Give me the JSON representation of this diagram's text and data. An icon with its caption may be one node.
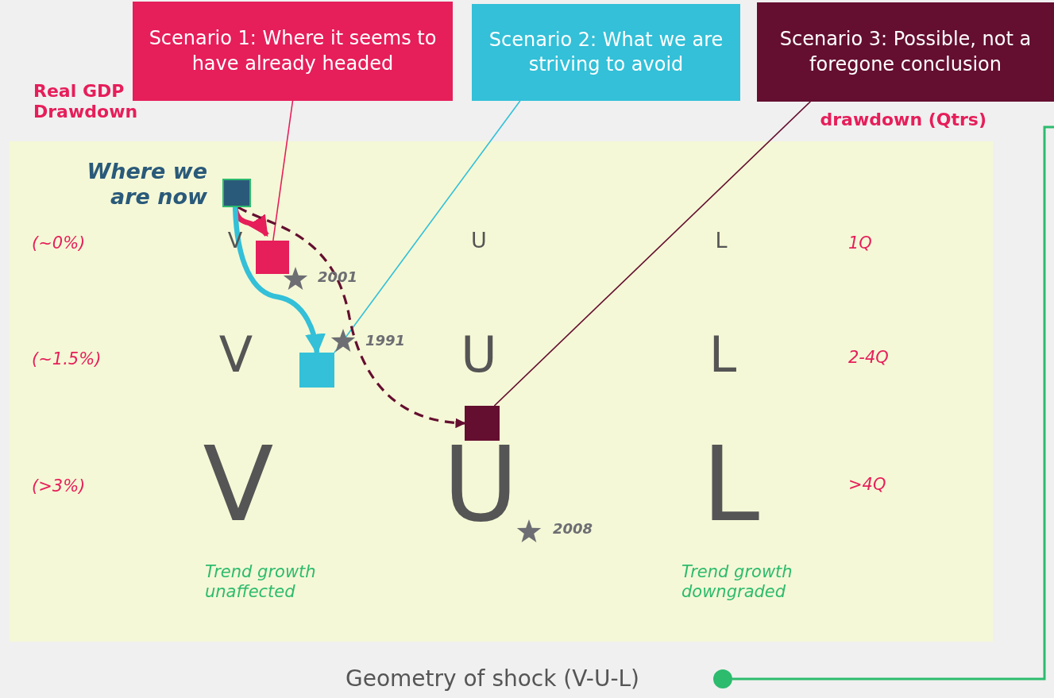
{
  "diagram": {
    "nodes": [
      {
        "text": [
          "Scenario 1: Where it seems to have already headed"
        ]
      },
      {
        "text": [
          "Scenario 2: What we are striving to avoid"
        ]
      },
      {
        "text": [
          "Scenario 3: Possible, not a foregone conclusion"
        ]
      },
      {
        "text": [],
        "shape": "box",
        "beside": [
          "Where we are now"
        ]
      },
      {
        "text": [],
        "shape": "box"
      },
      {
        "text": [],
        "shape": "box"
      },
      {
        "text": [],
        "shape": "box"
      },
      {
        "text": [],
        "shape": "circle",
        "beside": [
          "Geometry of shock (V-U-L)"
        ]
      }
    ],
    "edges": [
      {
        "from": 0,
        "to": 4,
        "arrow": "none",
        "color": "#e61e5a"
      },
      {
        "from": 1,
        "to": 5,
        "arrow": "none",
        "color": "#33c0d8"
      },
      {
        "from": 2,
        "to": 6,
        "arrow": "none",
        "color": "#640f30"
      },
      {
        "from": 3,
        "to": 4,
        "arrow": "to",
        "style": "thick",
        "color": "#e61e5a"
      },
      {
        "from": 3,
        "to": 5,
        "arrow": "to",
        "style": "thick",
        "color": "#33c0d8"
      },
      {
        "from": 3,
        "to": 6,
        "arrow": "to",
        "style": "dashed",
        "color": "#640f30"
      },
      {
        "from": 7,
        "to": null,
        "arrow": "none",
        "color": "#2dbb6e"
      }
    ],
    "labels": [
      "Real GDP Drawdown",
      "drawdown (Qtrs)",
      "(~0%)",
      "V",
      "U",
      "L",
      "1Q",
      "2001",
      "(~1.5%)",
      "V",
      "U",
      "L",
      "2-4Q",
      "1991",
      "(>3%)",
      "V",
      "U",
      "L",
      ">4Q",
      "2008",
      "Trend growth unaffected",
      "Trend growth downgraded"
    ]
  }
}
